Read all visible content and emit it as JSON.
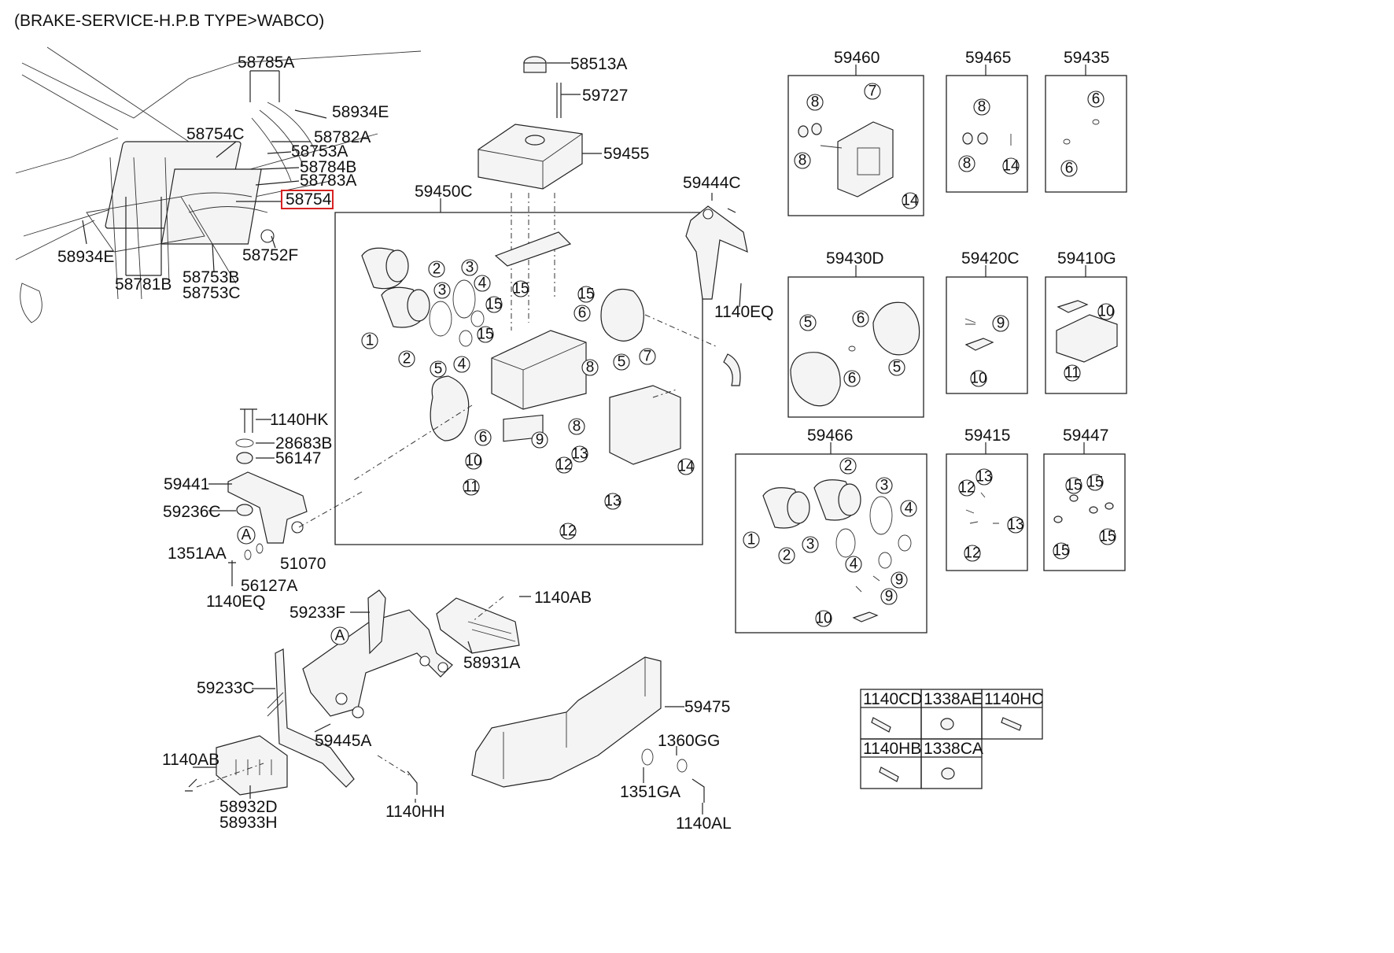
{
  "title": "(BRAKE-SERVICE-H.P.B TYPE>WABCO)",
  "highlight": "58754",
  "main_labels": {
    "l58785A": "58785A",
    "l58934E_top": "58934E",
    "l58754C": "58754C",
    "l58782A": "58782A",
    "l58753A": "58753A",
    "l58784B": "58784B",
    "l58783A": "58783A",
    "l58754": "58754",
    "l58934E_bot": "58934E",
    "l58752F": "58752F",
    "l58753B": "58753B",
    "l58753C": "58753C",
    "l58781B": "58781B",
    "l58513A": "58513A",
    "l59727": "59727",
    "l59455": "59455",
    "l59450C": "59450C",
    "l59444C": "59444C",
    "l1140EQ_r": "1140EQ",
    "l1140HK": "1140HK",
    "l28683B": "28683B",
    "l56147": "56147",
    "l59441": "59441",
    "l59236C": "59236C",
    "l1351AA": "1351AA",
    "l51070": "51070",
    "l56127A": "56127A",
    "l1140EQ_l": "1140EQ",
    "l59233F": "59233F",
    "l1140AB_t": "1140AB",
    "l58931A": "58931A",
    "l59233C": "59233C",
    "l59475": "59475",
    "l59445A": "59445A",
    "l1360GG": "1360GG",
    "l1140AB_b": "1140AB",
    "l58932D": "58932D",
    "l58933H": "58933H",
    "l1140HH": "1140HH",
    "l1351GA": "1351GA",
    "l1140AL": "1140AL",
    "lA_top": "A",
    "lA_bot": "A"
  },
  "kits": {
    "k59460": "59460",
    "k59465": "59465",
    "k59435": "59435",
    "k59430D": "59430D",
    "k59420C": "59420C",
    "k59410G": "59410G",
    "k59466": "59466",
    "k59415": "59415",
    "k59447": "59447"
  },
  "callouts": {
    "c1": "1",
    "c2": "2",
    "c3": "3",
    "c4": "4",
    "c5": "5",
    "c6": "6",
    "c7": "7",
    "c8": "8",
    "c9": "9",
    "c10": "10",
    "c11": "11",
    "c12": "12",
    "c13": "13",
    "c14": "14",
    "c15": "15"
  },
  "fastener_table": {
    "r1c1": "1140CD",
    "r1c2": "1338AE",
    "r1c3": "1140HC",
    "r2c1": "1140HB",
    "r2c2": "1338CA"
  }
}
